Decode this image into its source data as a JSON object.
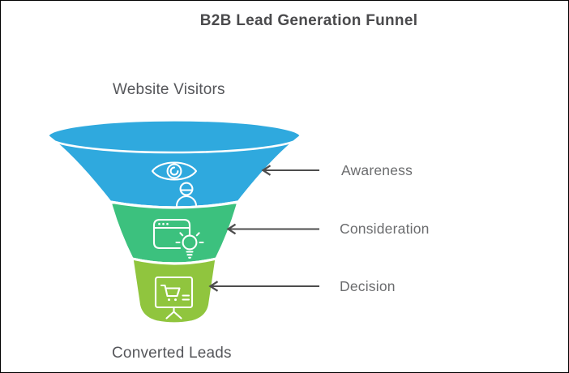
{
  "title": "B2B Lead Generation Funnel",
  "funnel": {
    "top_label": "Website Visitors",
    "bottom_label": "Converted Leads",
    "stages": [
      {
        "label": "Awareness",
        "icon": "eye-audience-icon",
        "color": "#2fa9de"
      },
      {
        "label": "Consideration",
        "icon": "browser-lightbulb-icon",
        "color": "#3cc17e"
      },
      {
        "label": "Decision",
        "icon": "purchase-presentation-icon",
        "color": "#90c53e"
      }
    ]
  },
  "colors": {
    "arrow": "#4d4d4d",
    "title_text": "#4a4a4c",
    "endpoint_text": "#55565a",
    "stage_text": "#6b6c6e",
    "icon_stroke": "#ffffff"
  }
}
